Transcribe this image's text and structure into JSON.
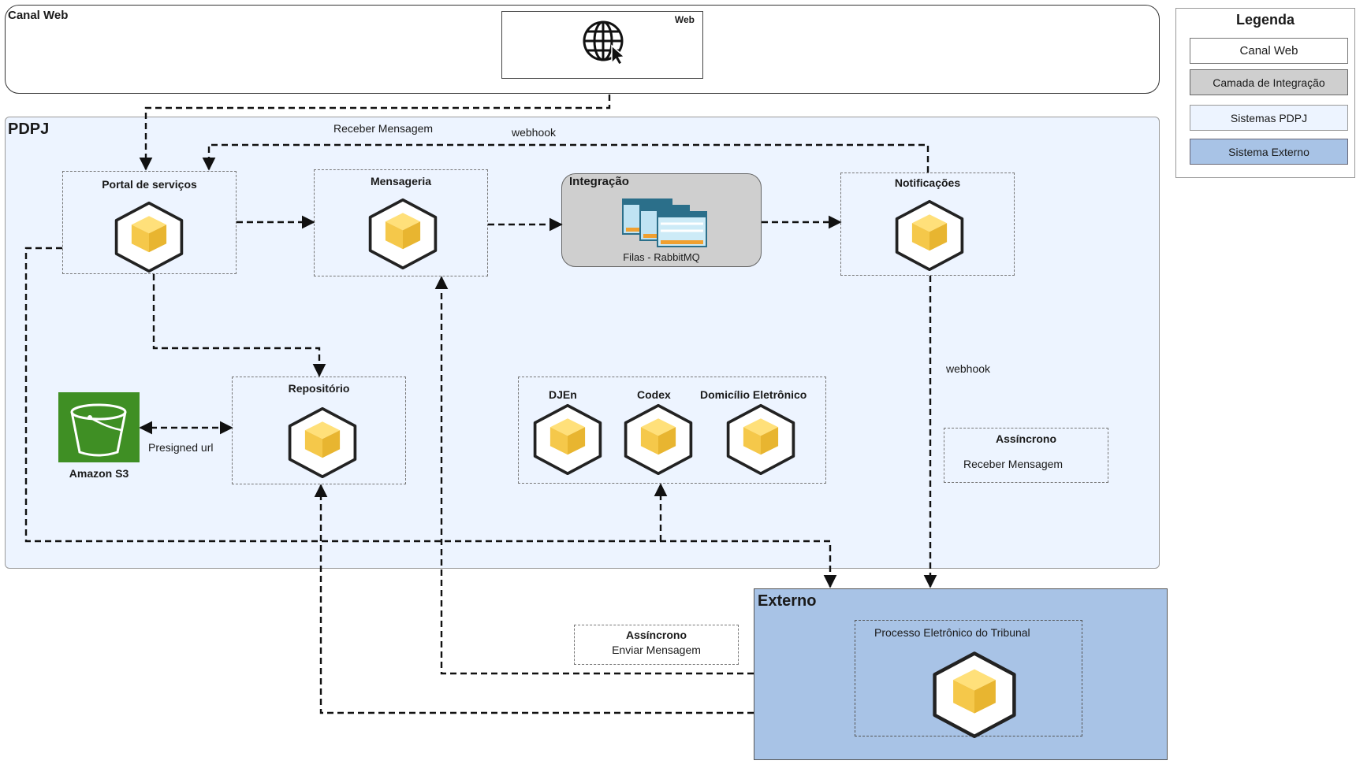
{
  "regions": {
    "canal_web": "Canal Web",
    "pdpj": "PDPJ",
    "externo": "Externo"
  },
  "nodes": {
    "web": "Web",
    "portal": "Portal de serviços",
    "mensageria": "Mensageria",
    "integracao": "Integração",
    "filas": "Filas - RabbitMQ",
    "notificacoes": "Notificações",
    "repositorio": "Repositório",
    "amazon_s3": "Amazon S3",
    "djen": "DJEn",
    "codex": "Codex",
    "domicilio": "Domicílio Eletrônico",
    "processo": "Processo Eletrônico do Tribunal"
  },
  "edge_labels": {
    "receber_mensagem": "Receber Mensagem",
    "webhook_top": "webhook",
    "webhook_right": "webhook",
    "presigned": "Presigned url"
  },
  "notes": {
    "assincrono_receber": {
      "title": "Assíncrono",
      "text": "Receber Mensagem"
    },
    "assincrono_enviar": {
      "title": "Assíncrono",
      "text": "Enviar Mensagem"
    }
  },
  "legend": {
    "title": "Legenda",
    "items": [
      {
        "label": "Canal Web",
        "color": "#ffffff"
      },
      {
        "label": "Camada de Integração",
        "color": "#cfcfcf"
      },
      {
        "label": "Sistemas PDPJ",
        "color": "#edf4ff"
      },
      {
        "label": "Sistema Externo",
        "color": "#a8c3e6"
      }
    ]
  },
  "colors": {
    "cube_yellow": "#f5c84a",
    "s3_green": "#3f8f24",
    "integration_gray": "#cfcfcf",
    "external_blue": "#a8c3e6",
    "pdpj_bg": "#edf4ff"
  },
  "icons": [
    "globe-cursor-icon",
    "cube-icon",
    "queue-icon",
    "s3-bucket-icon"
  ]
}
